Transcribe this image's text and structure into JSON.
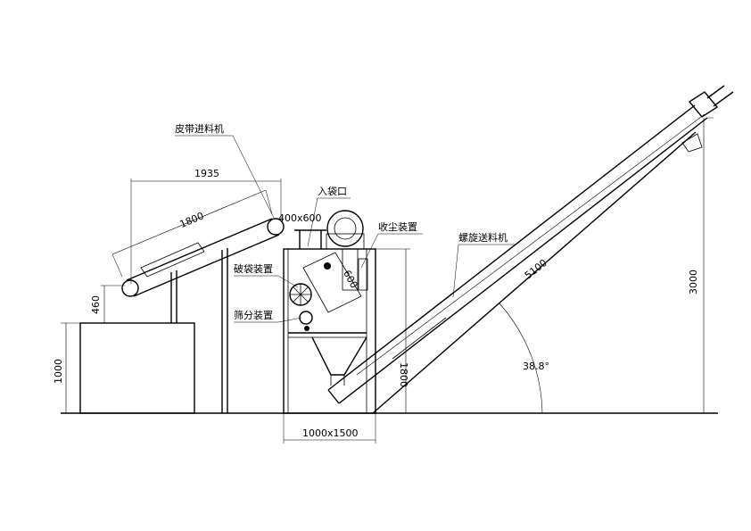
{
  "labels": {
    "belt_conveyor": "皮带进料机",
    "bag_inlet": "入袋口",
    "dust_collector": "收尘装置",
    "screw_conveyor": "螺旋送料机",
    "bag_breaker": "破袋装置",
    "screening": "筛分装置"
  },
  "dimensions": {
    "d1935": "1935",
    "d1800": "1800",
    "d400x600": "400x600",
    "d460": "460",
    "d1000": "1000",
    "d600": "600",
    "d1800v": "1800",
    "d1000x1500": "1000x1500",
    "d5100": "5100",
    "d3000": "3000",
    "angle": "38.8°"
  }
}
